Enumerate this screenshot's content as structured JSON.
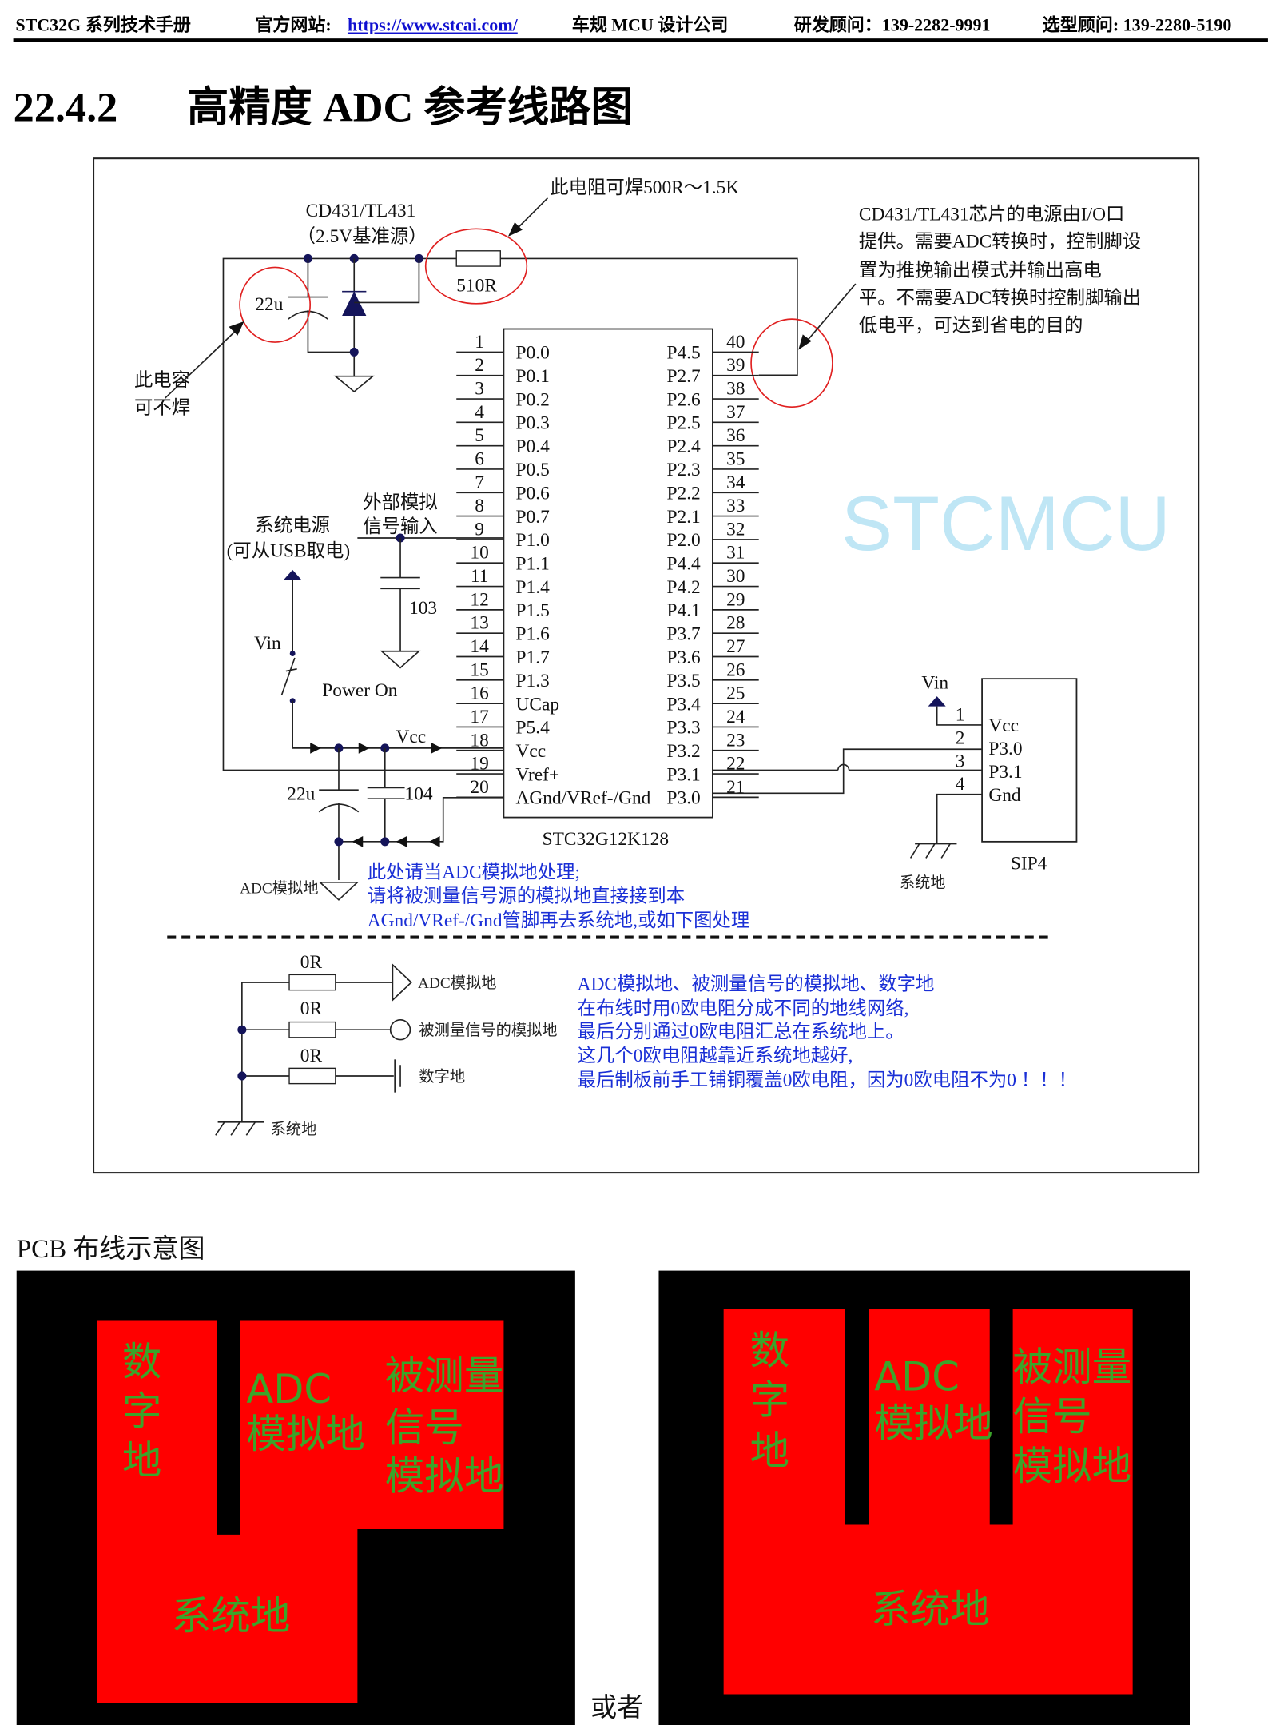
{
  "header": {
    "manual": "STC32G 系列技术手册",
    "site_label": "官方网站:",
    "site_url": "https://www.stcai.com/",
    "company": "车规 MCU 设计公司",
    "rd_contact": "研发顾问：139-2282-9991",
    "sales_contact": "选型顾问: 139-2280-5190"
  },
  "section": {
    "number": "22.4.2",
    "title": "高精度 ADC 参考线路图"
  },
  "schematic": {
    "resistor_note": "此电阻可焊500R～1.5K",
    "ref_name": "CD431/TL431",
    "ref_desc": "（2.5V基准源）",
    "io_note": [
      "CD431/TL431芯片的电源由I/O口",
      "提供。需要ADC转换时，控制脚设",
      "置为推挽输出模式并输出高电",
      "平。不需要ADC转换时控制脚输出",
      "低电平，可达到省电的目的"
    ],
    "cap_22u": "22u",
    "res_510": "510R",
    "cap_note": [
      "此电容",
      "可不焊"
    ],
    "ext_input": [
      "外部模拟",
      "信号输入"
    ],
    "sys_power": [
      "系统电源",
      "(可从USB取电)"
    ],
    "cap_103": "103",
    "vin": "Vin",
    "power_on": "Power On",
    "vcc": "Vcc",
    "cap_22u_b": "22u",
    "cap_104": "104",
    "adc_gnd": "ADC模拟地",
    "chip_name": "STC32G12K128",
    "left_pins": [
      "P0.0",
      "P0.1",
      "P0.2",
      "P0.3",
      "P0.4",
      "P0.5",
      "P0.6",
      "P0.7",
      "P1.0",
      "P1.1",
      "P1.4",
      "P1.5",
      "P1.6",
      "P1.7",
      "P1.3",
      "UCap",
      "P5.4",
      "Vcc",
      "Vref+",
      "AGnd/VRef-/Gnd"
    ],
    "right_pins": [
      "P4.5",
      "P2.7",
      "P2.6",
      "P2.5",
      "P2.4",
      "P2.3",
      "P2.2",
      "P2.1",
      "P2.0",
      "P4.4",
      "P4.2",
      "P4.1",
      "P3.7",
      "P3.6",
      "P3.5",
      "P3.4",
      "P3.3",
      "P3.2",
      "P3.1",
      "P3.0"
    ],
    "sip_pins": [
      "Vcc",
      "P3.0",
      "P3.1",
      "Gnd"
    ],
    "sip_name": "SIP4",
    "sip_vin": "Vin",
    "sys_gnd": "系统地",
    "blue_note": [
      "此处请当ADC模拟地处理;",
      "请将被测量信号源的模拟地直接接到本",
      "AGnd/VRef-/Gnd管脚再去系统地,或如下图处理"
    ],
    "zero_ohm": "0R",
    "gnd_labels": [
      "ADC模拟地",
      "被测量信号的模拟地",
      "数字地"
    ],
    "sys_gnd_b": "系统地",
    "gnd_note": [
      "ADC模拟地、被测量信号的模拟地、数字地",
      "在布线时用0欧电阻分成不同的地线网络,",
      "最后分别通过0欧电阻汇总在系统地上。",
      "这几个0欧电阻越靠近系统地越好,",
      "最后制板前手工铺铜覆盖0欧电阻，因为0欧电阻不为0 ！！！"
    ],
    "watermark": "STCMCU"
  },
  "pcb": {
    "title": "PCB 布线示意图",
    "or": "或者",
    "left": {
      "digital": [
        "数",
        "字",
        "地"
      ],
      "adc": [
        "ADC",
        "模拟地"
      ],
      "signal": [
        "被测量",
        "信号",
        "模拟地"
      ],
      "system": "系统地"
    },
    "right": {
      "digital": [
        "数",
        "字",
        "地"
      ],
      "adc": [
        "ADC",
        "模拟地"
      ],
      "signal": [
        "被测量",
        "信号",
        "模拟地"
      ],
      "system": "系统地"
    }
  },
  "colors": {
    "copper": "#ff0000",
    "board": "#000000",
    "label_green": "#3ba42a",
    "note_blue": "#1a2fd6",
    "circle_red": "#e02020"
  }
}
